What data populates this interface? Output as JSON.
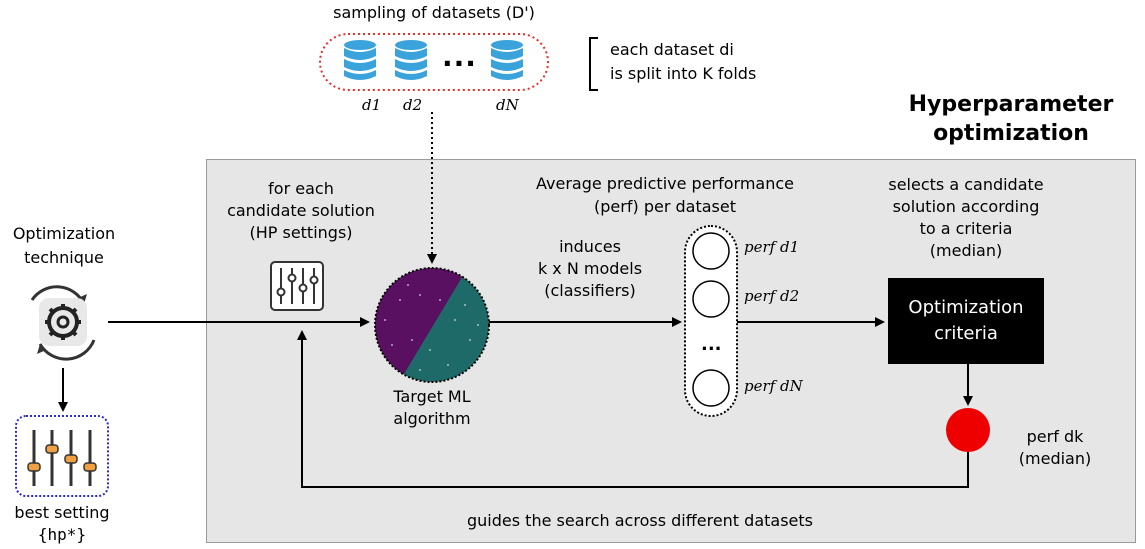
{
  "diagram": {
    "title": "Hyperparameter optimization",
    "sampling_label": "sampling of datasets (D')",
    "dataset_labels": [
      "d1",
      "d2",
      "dN"
    ],
    "ellipsis": "...",
    "fold_note_line1": "each dataset di",
    "fold_note_line2": "is split into K folds",
    "optimization_technique": "Optimization\ntechnique",
    "best_setting": "best setting",
    "best_setting_symbol": "{hp*}",
    "candidate_label": "for each\ncandidate solution\n(HP settings)",
    "target_ml": "Target ML\nalgorithm",
    "induces_label": "induces\nk x N models\n(classifiers)",
    "avg_perf_label": "Average predictive performance\n(perf) per dataset",
    "perf_labels": [
      "perf d1",
      "perf d2",
      "perf dN"
    ],
    "perf_ellipsis": "...",
    "selects_label": "selects a candidate\nsolution according\nto a criteria\n(median)",
    "criteria_box": "Optimization\ncriteria",
    "perf_dk_label": "perf dk\n(median)",
    "guides_label": "guides the search across different datasets"
  },
  "colors": {
    "panel": "#e6e6e6",
    "dataset_blue": "#3aa3dc",
    "sampling_border": "#e8302a",
    "best_border": "#2a2ad0",
    "slider_knob": "#f0a040",
    "ml_purple": "#5a1060",
    "ml_teal": "#1e6a68",
    "median_dot": "#ee0000",
    "criteria_box": "#000000"
  }
}
